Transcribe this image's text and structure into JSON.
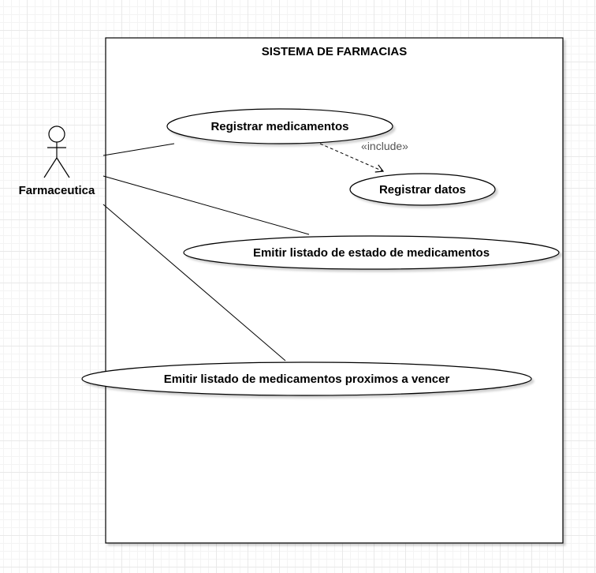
{
  "system": {
    "title": "SISTEMA DE FARMACIAS"
  },
  "actor": {
    "name": "Farmaceutica"
  },
  "use_cases": {
    "registrar_medicamentos": "Registrar medicamentos",
    "registrar_datos": "Registrar datos",
    "listado_estado": "Emitir listado de estado de medicamentos",
    "listado_vencer": "Emitir listado de medicamentos proximos a vencer"
  },
  "relations": {
    "include_label": "«include»"
  }
}
